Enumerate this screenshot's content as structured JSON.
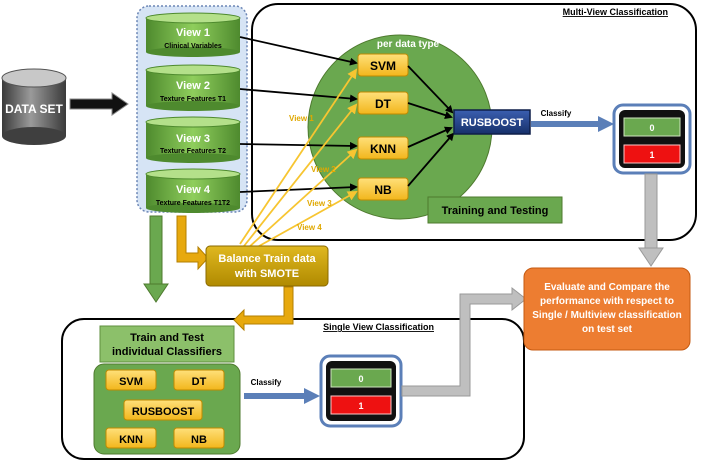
{
  "dataset": {
    "label": "DATA SET"
  },
  "views": [
    {
      "title": "View 1",
      "subtitle": "Clinical Variables"
    },
    {
      "title": "View 2",
      "subtitle": "Texture Features T1"
    },
    {
      "title": "View 3",
      "subtitle": "Texture Features T2"
    },
    {
      "title": "View 4",
      "subtitle": "Texture Features T1T2"
    }
  ],
  "multi_view": {
    "panel_title": "Multi-View Classification",
    "circle_title_lines": [
      "Multi-View",
      "Stacked Ensembled",
      "per data type"
    ],
    "classifiers": [
      "SVM",
      "DT",
      "KNN",
      "NB"
    ],
    "meta": "RUSBOOST",
    "training_label": "Training and Testing",
    "classify_label": "Classify",
    "output": [
      "0",
      "1"
    ],
    "arrow_labels": [
      "View 1",
      "View 2",
      "View 3",
      "View 4"
    ]
  },
  "smote": {
    "lines": [
      "Balance Train data",
      "with SMOTE"
    ]
  },
  "single_view": {
    "panel_title": "Single View Classification",
    "header_lines": [
      "Train and Test",
      "individual Classifiers"
    ],
    "classifiers": [
      "SVM",
      "DT",
      "RUSBOOST",
      "KNN",
      "NB"
    ],
    "classify_label": "Classify",
    "output": [
      "0",
      "1"
    ]
  },
  "evaluate": {
    "lines": [
      "Evaluate and Compare the",
      "performance with respect to",
      "Single / Multiview classification",
      "on test set"
    ]
  },
  "colors": {
    "green": "#6aa84f",
    "green_dark": "#4e7a2e",
    "yellow": "#f7c531",
    "gold": "#c9a100",
    "navy": "#1f3a7a",
    "orange": "#ed7d31",
    "red": "#ee1111"
  }
}
